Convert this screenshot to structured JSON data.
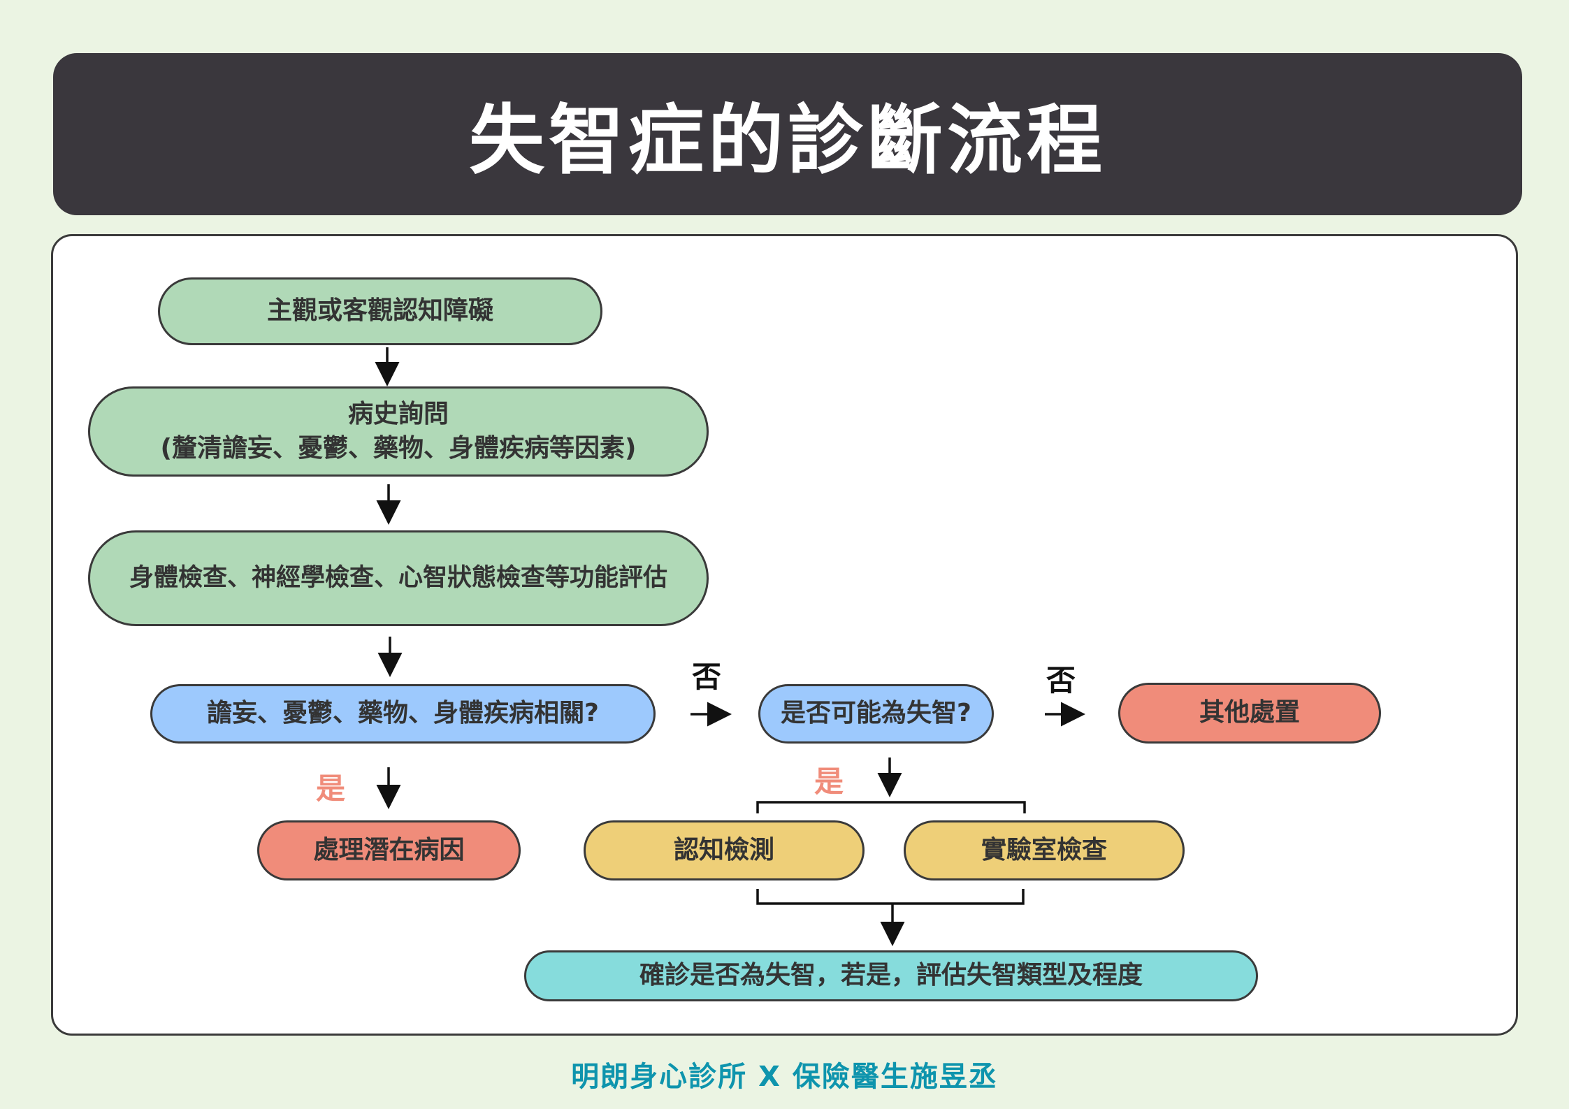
{
  "title": "失智症的診斷流程",
  "nodes": {
    "complaint": "主觀或客觀認知障礙",
    "history_title": "病史詢問",
    "history_sub": "(釐清譫妄、憂鬱、藥物、身體疾病等因素)",
    "exam": "身體檢查、神經學檢查、心智狀態檢查等功能評估",
    "related_q": "譫妄、憂鬱、藥物、身體疾病相關?",
    "dementia_q": "是否可能為失智?",
    "other": "其他處置",
    "treat_cause": "處理潛在病因",
    "cognitive_test": "認知檢測",
    "lab_test": "實驗室檢查",
    "diagnosis": "確診是否為失智，若是，評估失智類型及程度"
  },
  "labels": {
    "no": "否",
    "yes": "是"
  },
  "footer": "明朗身心診所  X 保險醫生施昱丞",
  "colors": {
    "header": "#3a373d",
    "green": "#b0d9b7",
    "blue": "#9dc9fd",
    "red": "#f08c7a",
    "yellow": "#eecf78",
    "teal": "#86dcdc",
    "footer": "#0e94ad"
  }
}
